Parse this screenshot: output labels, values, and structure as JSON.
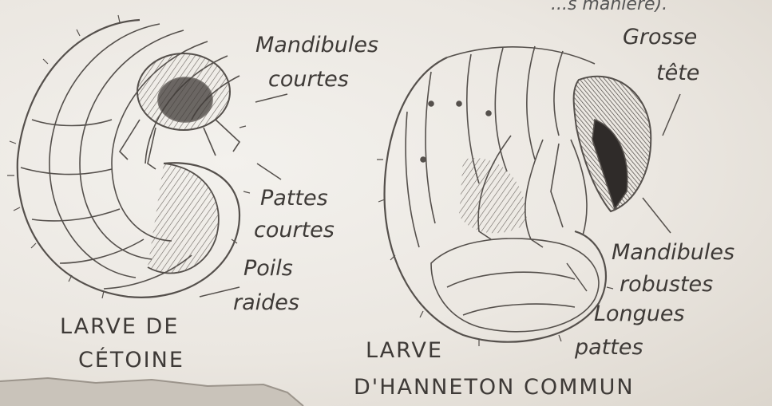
{
  "header_fragment": "...s  manière).",
  "left_larva": {
    "title_line1": "LARVE DE",
    "title_line2": "CÉTOINE",
    "labels": {
      "mandibles_line1": "Mandibules",
      "mandibles_line2": "courtes",
      "legs_line1": "Pattes",
      "legs_line2": "courtes",
      "hairs_line1": "Poils",
      "hairs_line2": "raides"
    }
  },
  "right_larva": {
    "title_line1": "LARVE",
    "title_line2": "D'HANNETON COMMUN",
    "labels": {
      "head_line1": "Grosse",
      "head_line2": "tête",
      "mandibles_line1": "Mandibules",
      "mandibles_line2": "robustes",
      "legs_line1": "Longues",
      "legs_line2": "pattes"
    }
  }
}
